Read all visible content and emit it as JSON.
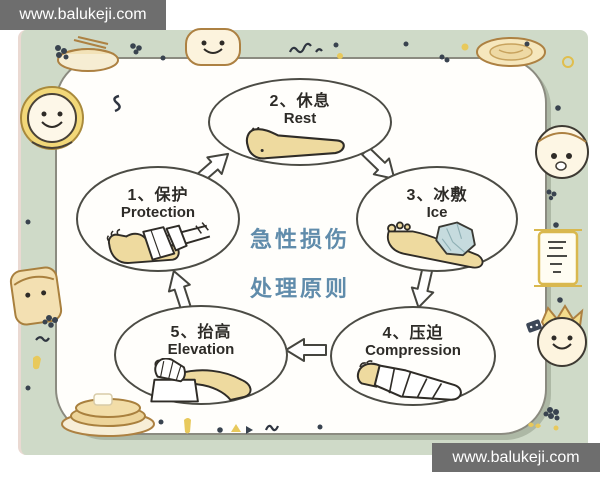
{
  "watermark": {
    "text": "www.balukeji.com"
  },
  "title": {
    "line1": "急性损伤",
    "line2": "处理原则"
  },
  "steps": [
    {
      "zh": "1、保护",
      "en": "Protection",
      "icon": "splinted-foot-icon"
    },
    {
      "zh": "2、休息",
      "en": "Rest",
      "icon": "resting-leg-icon"
    },
    {
      "zh": "3、冰敷",
      "en": "Ice",
      "icon": "ice-pack-ankle-icon"
    },
    {
      "zh": "4、压迫",
      "en": "Compression",
      "icon": "bandaged-foot-icon"
    },
    {
      "zh": "5、抬高",
      "en": "Elevation",
      "icon": "elevated-leg-icon"
    }
  ],
  "colors": {
    "frame_green": "#cfdac8",
    "title_blue": "#608cab",
    "ink": "#2d2b27",
    "skin_tan": "#eeda9f",
    "ice_blue": "#c6dbde",
    "watermark_bg": "#6e6e6e",
    "doodle_brown": "#ad8142"
  }
}
